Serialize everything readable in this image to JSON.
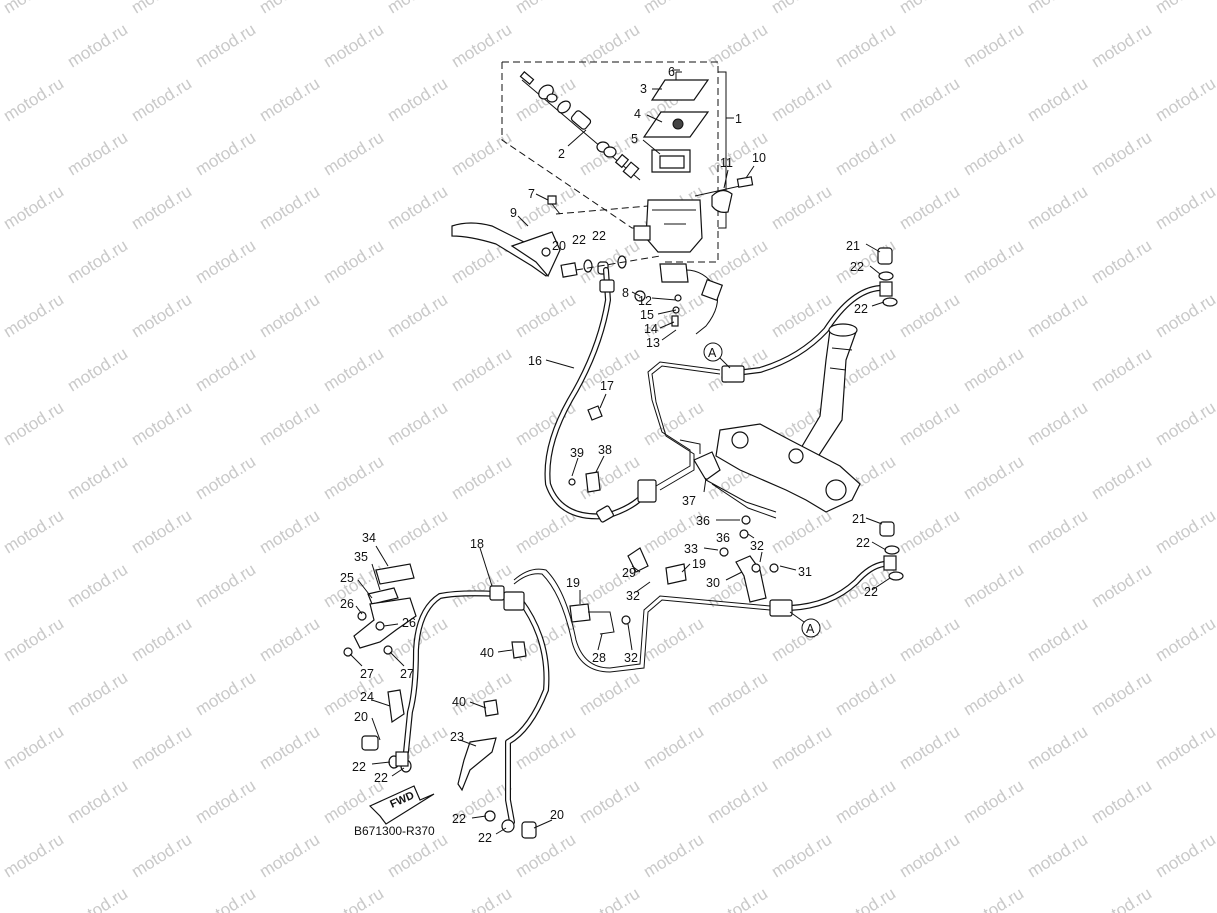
{
  "watermark": "motod.ru",
  "diagram_code": "B671300-R370",
  "fwd_label": "FWD",
  "callout_a": "A",
  "labels": {
    "l1": "1",
    "l2": "2",
    "l3": "3",
    "l4": "4",
    "l5": "5",
    "l6": "6",
    "l7": "7",
    "l8": "8",
    "l9": "9",
    "l10": "10",
    "l11": "11",
    "l12": "12",
    "l13": "13",
    "l14": "14",
    "l15": "15",
    "l16": "16",
    "l17": "17",
    "l18": "18",
    "l19": "19",
    "l20": "20",
    "l21": "21",
    "l22": "22",
    "l23": "23",
    "l24": "24",
    "l25": "25",
    "l26": "26",
    "l27": "27",
    "l28": "28",
    "l29": "29",
    "l30": "30",
    "l31": "31",
    "l32": "32",
    "l33": "33",
    "l34": "34",
    "l35": "35",
    "l36": "36",
    "l37": "37",
    "l38": "38",
    "l39": "39",
    "l40": "40"
  }
}
